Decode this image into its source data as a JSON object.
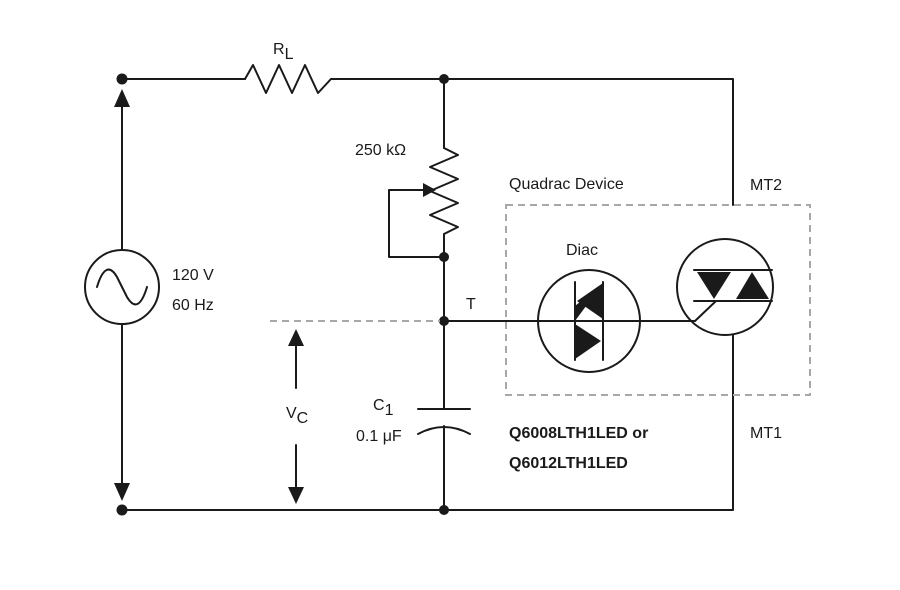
{
  "colors": {
    "wire": "#1a1a1a",
    "dashed": "#a8a8a8",
    "background": "#ffffff"
  },
  "labels": {
    "rl_main": "R",
    "rl_sub": "L",
    "pot_value": "250 kΩ",
    "source_voltage": "120 V",
    "source_freq": "60 Hz",
    "node_t": "T",
    "vc_main": "V",
    "vc_sub": "C",
    "cap_main": "C",
    "cap_sub": "1",
    "cap_value": "0.1 μF",
    "quadrac_title": "Quadrac Device",
    "diac": "Diac",
    "mt2": "MT2",
    "mt1": "MT1",
    "part_line1": "Q6008LTH1LED or",
    "part_line2": "Q6012LTH1LED"
  },
  "icons": {
    "source": "ac-source-icon",
    "resistor": "resistor-icon",
    "potentiometer": "potentiometer-icon",
    "capacitor": "capacitor-icon",
    "diac": "diac-icon",
    "triac": "triac-icon"
  }
}
